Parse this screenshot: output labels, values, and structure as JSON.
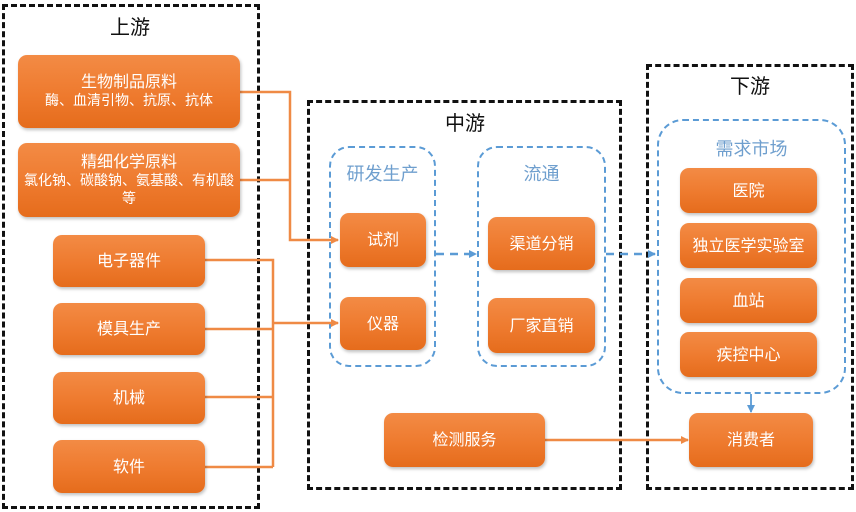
{
  "colors": {
    "node_fill": "#ee7a2e",
    "connector_orange": "#ef8a45",
    "connector_blue": "#5b9bd5",
    "stage_border": "#111111",
    "group_title": "#6f9fce"
  },
  "upstream": {
    "title": "上游",
    "nodes": [
      {
        "label": "生物制品原料",
        "sub": "酶、血清引物、抗原、抗体"
      },
      {
        "label": "精细化学原料",
        "sub": "氯化钠、碳酸钠、氨基酸、有机酸等"
      },
      {
        "label": "电子器件"
      },
      {
        "label": "模具生产"
      },
      {
        "label": "机械"
      },
      {
        "label": "软件"
      }
    ]
  },
  "midstream": {
    "title": "中游",
    "groups": [
      {
        "title": "研发生产",
        "nodes": [
          "试剂",
          "仪器"
        ]
      },
      {
        "title": "流通",
        "nodes": [
          "渠道分销",
          "厂家直销"
        ]
      }
    ],
    "service": "检测服务"
  },
  "downstream": {
    "title": "下游",
    "group": {
      "title": "需求市场",
      "nodes": [
        "医院",
        "独立医学实验室",
        "血站",
        "疾控中心"
      ]
    },
    "consumer": "消费者"
  },
  "edges": [
    {
      "from": "生物制品原料",
      "to": "试剂",
      "style": "solid-orange"
    },
    {
      "from": "精细化学原料",
      "to": "试剂",
      "style": "solid-orange"
    },
    {
      "from": "电子器件",
      "to": "仪器",
      "style": "solid-orange"
    },
    {
      "from": "模具生产",
      "to": "仪器",
      "style": "solid-orange"
    },
    {
      "from": "机械",
      "to": "仪器",
      "style": "solid-orange"
    },
    {
      "from": "软件",
      "to": "仪器",
      "style": "solid-orange"
    },
    {
      "from": "研发生产",
      "to": "流通",
      "style": "dashed-blue"
    },
    {
      "from": "流通",
      "to": "需求市场",
      "style": "dashed-blue"
    },
    {
      "from": "需求市场",
      "to": "消费者",
      "style": "solid-blue"
    },
    {
      "from": "检测服务",
      "to": "消费者",
      "style": "solid-orange"
    }
  ]
}
